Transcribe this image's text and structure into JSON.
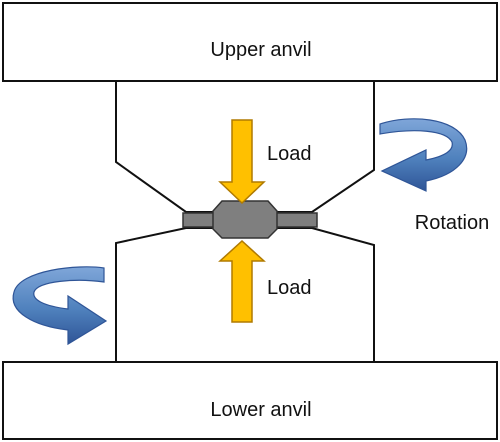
{
  "diagram": {
    "upper_anvil_label": "Upper anvil",
    "lower_anvil_label": "Lower anvil",
    "load_top_label": "Load",
    "load_bottom_label": "Load",
    "rotation_label": "Rotation"
  },
  "colors": {
    "outline": "#111111",
    "load_arrow_fill": "#FFC000",
    "load_arrow_stroke": "#B07A00",
    "rotation_arrow": "#4F81BD",
    "rotation_arrow_dark": "#2F5597",
    "sample": "#808080"
  },
  "icons": {
    "load_arrow": "load-arrow-icon",
    "rotation_arrow": "rotation-arrow-icon"
  }
}
